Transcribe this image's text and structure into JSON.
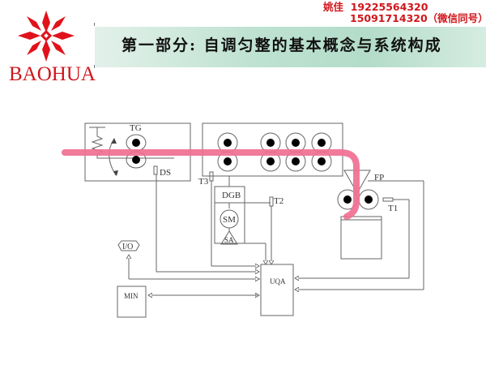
{
  "logo": {
    "brand": "BAOHUA",
    "icon": "red-flower-star-icon",
    "color": "#d0161b"
  },
  "contact": {
    "name": "姚佳",
    "phone1": "19225564320",
    "phone2": "15091714320（微信同号）"
  },
  "header": {
    "title": "第一部分:  自调匀整的基本概念与系统构成"
  },
  "diagram": {
    "sliver_color": "#f06f93",
    "labels": {
      "tg": "TG",
      "ds": "DS",
      "t3": "T3",
      "dgb": "DGB",
      "t2": "T2",
      "sm": "SM",
      "sa": "SA",
      "fp": "FP",
      "t1": "T1",
      "io": "I/O",
      "min": "MIN",
      "uqa": "UQA"
    }
  }
}
